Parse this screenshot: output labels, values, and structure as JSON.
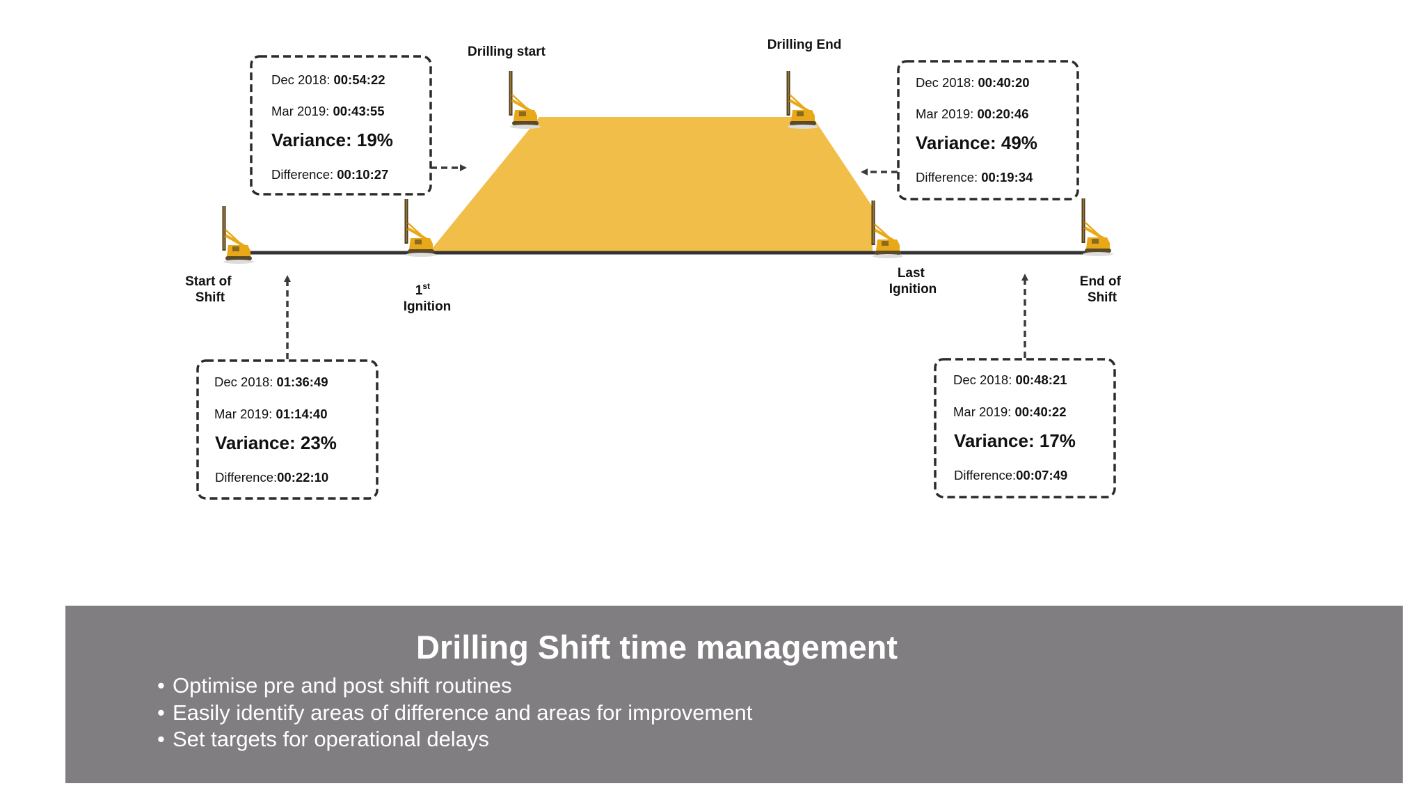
{
  "diagram": {
    "stages": {
      "start_of_shift": [
        "Start of",
        "Shift"
      ],
      "first_ignition": {
        "number": "1",
        "superscript": "st",
        "line2": "Ignition"
      },
      "drilling_start": "Drilling start",
      "drilling_end": "Drilling End",
      "last_ignition": [
        "Last",
        "Ignition"
      ],
      "end_of_shift": [
        "End of",
        "Shift"
      ]
    },
    "colors": {
      "drilling_area": "#f2be4a",
      "timeline": "#333333",
      "rig_body": "#e8a818",
      "rig_mast": "#4a3a20"
    },
    "callouts": {
      "first_ignition_to_drilling_start": {
        "dec_label": "Dec 2018: ",
        "dec_value": "00:54:22",
        "mar_label": "Mar 2019: ",
        "mar_value": "00:43:55",
        "variance": "Variance: 19%",
        "diff_label": "Difference: ",
        "diff_value": "00:10:27"
      },
      "drilling_end_to_last_ignition": {
        "dec_label": "Dec 2018: ",
        "dec_value": "00:40:20",
        "mar_label": "Mar 2019: ",
        "mar_value": "00:20:46",
        "variance": "Variance: 49%",
        "diff_label": "Difference: ",
        "diff_value": "00:19:34"
      },
      "start_of_shift": {
        "dec_label": "Dec 2018: ",
        "dec_value": "01:36:49",
        "mar_label": "Mar 2019: ",
        "mar_value": "01:14:40",
        "variance": "Variance: 23%",
        "diff_label": "Difference:",
        "diff_value": "00:22:10"
      },
      "end_of_shift": {
        "dec_label": "Dec 2018: ",
        "dec_value": "00:48:21",
        "mar_label": "Mar 2019: ",
        "mar_value": "00:40:22",
        "variance": "Variance: 17%",
        "diff_label": "Difference:",
        "diff_value": "00:07:49"
      }
    }
  },
  "summary": {
    "title": "Drilling Shift time management",
    "background": "#807e80",
    "bullets": [
      "Optimise pre and post shift routines",
      "Easily identify areas of difference and areas for improvement",
      "Set targets for operational delays"
    ]
  }
}
